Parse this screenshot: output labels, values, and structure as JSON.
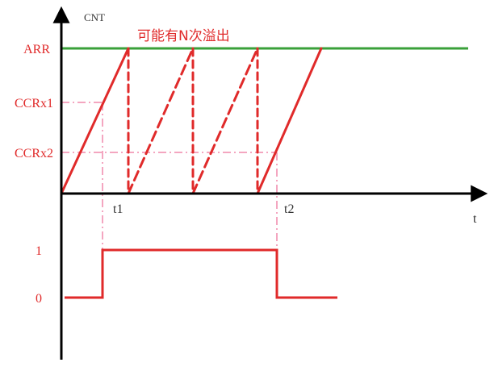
{
  "diagram": {
    "cnt_axis_label": "CNT",
    "time_axis_label": "t",
    "annotation": "可能有N次溢出",
    "y_labels": {
      "arr": "ARR",
      "ccrx1": "CCRx1",
      "ccrx2": "CCRx2",
      "level_1": "1",
      "level_0": "0"
    },
    "t_labels": {
      "t1": "t1",
      "t2": "t2"
    },
    "colors": {
      "axis": "#000000",
      "counter": "#e02a2a",
      "arr_line": "#3aa03a",
      "guide": "#f4a6c0"
    }
  }
}
